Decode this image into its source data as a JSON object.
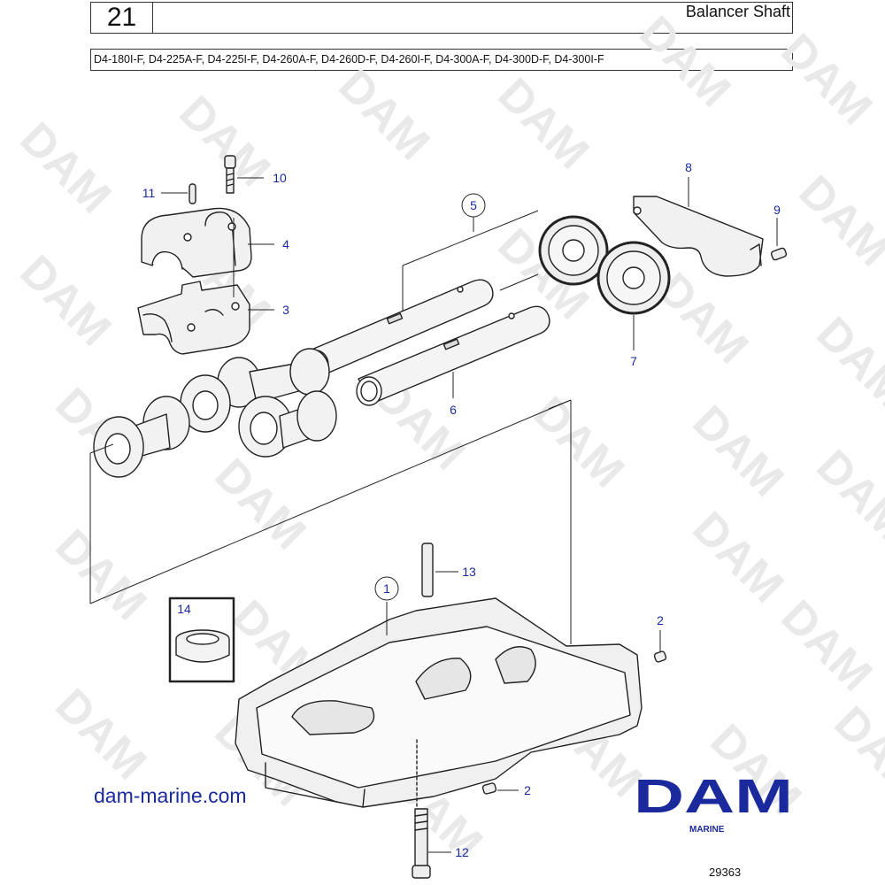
{
  "header": {
    "page_number": "21",
    "title": "Balancer Shaft",
    "models": "D4-180I-F, D4-225A-F, D4-225I-F, D4-260A-F, D4-260D-F, D4-260I-F, D4-300A-F, D4-300D-F, D4-300I-F"
  },
  "watermark": {
    "text": "DAM"
  },
  "callouts": [
    "1",
    "2",
    "2",
    "3",
    "4",
    "5",
    "6",
    "7",
    "8",
    "9",
    "10",
    "11",
    "12",
    "13",
    "14"
  ],
  "footer": {
    "website": "dam-marine.com",
    "brand": "DAM",
    "brand_sub": "MARINE",
    "drawing_id": "29363"
  },
  "colors": {
    "callout_blue": "#1a2a9c",
    "line": "#222222",
    "watermark": "#e6e6e6"
  }
}
